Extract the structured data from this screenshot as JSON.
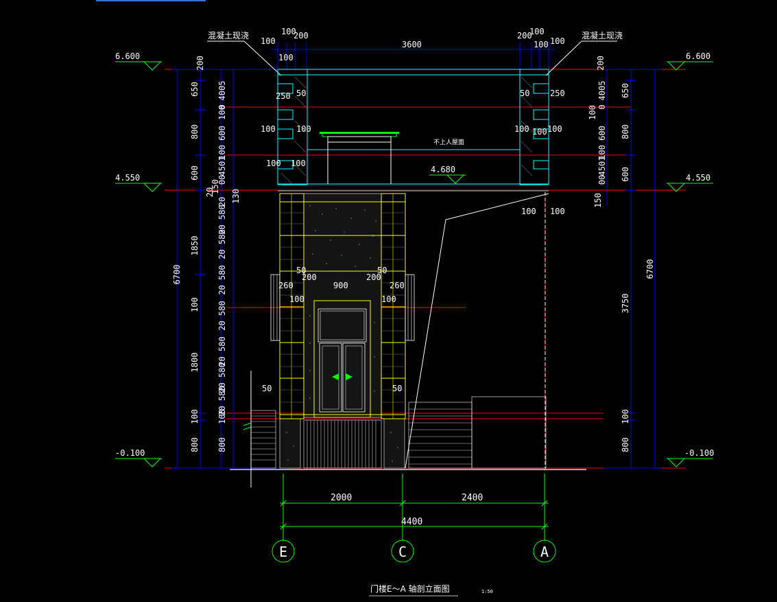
{
  "drawing": {
    "title": "门楼E～A 轴剖立面图",
    "scale": "1:50",
    "axes": [
      "E",
      "C",
      "A"
    ],
    "colors": {
      "background": "#000000",
      "dimension": "#0000ff",
      "level_line": "#ff0000",
      "outline": "#00ffff",
      "trim": "#ffff00",
      "text": "#ffffff",
      "annotation": "#00ff00"
    }
  },
  "labels": {
    "concrete_left": "混凝土现浇",
    "concrete_right": "混凝土现浇",
    "roof_note": "不上人屋面",
    "level_top_left": "6.600",
    "level_top_right": "6.600",
    "level_mid_left": "4.550",
    "level_mid_right": "4.550",
    "level_roof": "4.680",
    "level_bot_left": "-0.100",
    "level_bot_right": "-0.100"
  },
  "dims": {
    "top": {
      "d100a": "100",
      "d200a": "200",
      "d100b": "100",
      "d100c": "100",
      "d3600": "3600",
      "d200b": "200",
      "d100d": "100",
      "d100e": "100",
      "d100f": "100"
    },
    "bottom": {
      "d2000": "2000",
      "d2400": "2400",
      "d4400": "4400"
    },
    "left_outer": {
      "total": "6700",
      "d200": "200",
      "d650": "650",
      "d800a": "800",
      "d600": "600",
      "d1850": "1850",
      "d100": "100",
      "d1800": "1800",
      "d100b": "100",
      "d800b": "800"
    },
    "left_inner": {
      "d4005a": "4005",
      "d0a": "0",
      "d100a": "100",
      "d600": "600",
      "d100b": "100",
      "d4501": "4501",
      "d00": "00",
      "d150": "150",
      "d20a": "20",
      "d20b": "20",
      "d130": "130",
      "r1": "20 580",
      "r2": "20 580",
      "r3": "20 580",
      "r4": "20 580",
      "r5": "20 580",
      "r6": "20 580",
      "r7": "20 580",
      "d100c": "100",
      "d800": "800"
    },
    "right_outer": {
      "total": "6700",
      "d200": "200",
      "d650": "650",
      "d800a": "800",
      "d600": "600",
      "d3750": "3750",
      "d100": "100",
      "d800b": "800"
    },
    "right_inner": {
      "d4005": "4005",
      "d0": "0",
      "d100a": "100",
      "d600": "600",
      "d100b": "100",
      "d4501": "4501",
      "d00": "00",
      "d150": "150"
    },
    "wall": {
      "l250": "250",
      "l50": "50",
      "l100a": "100",
      "l100b": "100",
      "l100c": "100",
      "l100d": "100",
      "r50": "50",
      "r250": "250",
      "r100a": "100",
      "r100b": "100",
      "r100c": "100",
      "r100d": "100",
      "r100e": "100"
    },
    "door": {
      "d50a": "50",
      "d50b": "50",
      "d200a": "200",
      "d200b": "200",
      "d260a": "260",
      "d260b": "260",
      "d900": "900",
      "d100a": "100",
      "d100b": "100",
      "d50c": "50",
      "d50d": "50"
    }
  }
}
